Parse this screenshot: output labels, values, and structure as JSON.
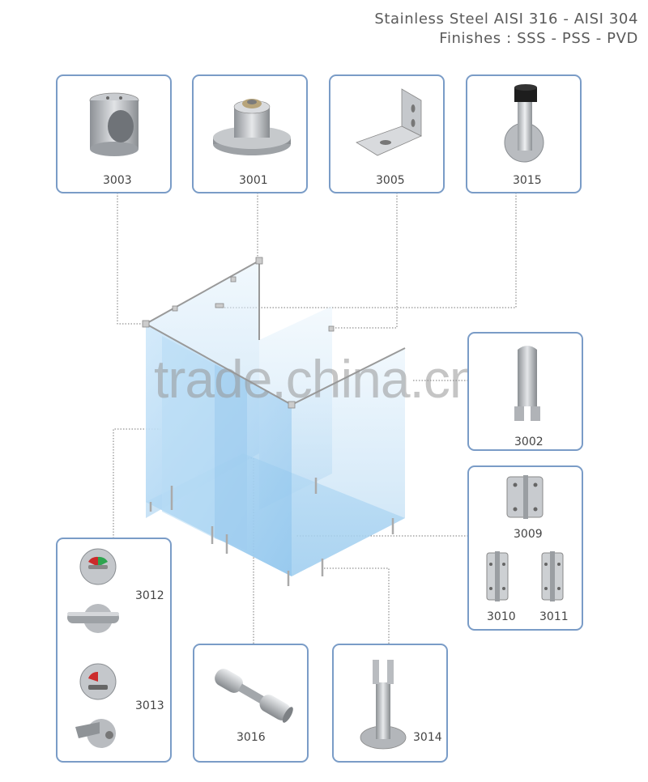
{
  "header": {
    "line1": "Stainless Steel AISI 316 - AISI 304",
    "line2": "Finishes : SSS - PSS - PVD"
  },
  "parts": {
    "p3003": "3003",
    "p3001": "3001",
    "p3005": "3005",
    "p3015": "3015",
    "p3002": "3002",
    "p3009": "3009",
    "p3010": "3010",
    "p3011": "3011",
    "p3012": "3012",
    "p3013": "3013",
    "p3016": "3016",
    "p3014": "3014"
  },
  "watermark": "trade.china.cn",
  "colors": {
    "panel_border": "#7a9cc7",
    "glass": "#a9d4f2",
    "metal": "#b9bcc0",
    "leader": "#777777"
  }
}
